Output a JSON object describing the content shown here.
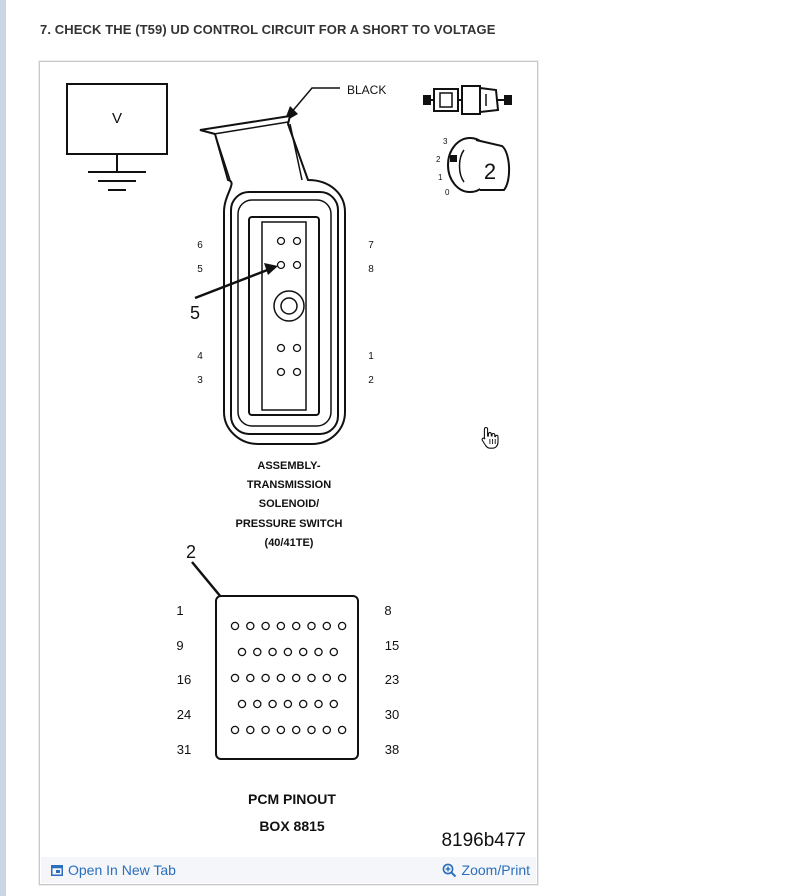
{
  "page": {
    "step_title": "7. CHECK THE (T59) UD CONTROL CIRCUIT FOR A SHORT TO VOLTAGE"
  },
  "figure": {
    "meter_label": "V",
    "wire_color_label": "BLACK",
    "switch_positions": [
      "3",
      "2",
      "1",
      "0"
    ],
    "switch_callout": "2",
    "connector": {
      "pin_labels_left": [
        "6",
        "5",
        "4",
        "3"
      ],
      "pin_labels_right": [
        "7",
        "8",
        "1",
        "2"
      ],
      "callout": "5",
      "name_lines": [
        "ASSEMBLY-",
        "TRANSMISSION",
        "SOLENOID/",
        "PRESSURE SWITCH",
        "(40/41TE)"
      ]
    },
    "pcm": {
      "callout": "2",
      "row_labels_left": [
        "1",
        "9",
        "16",
        "24",
        "31"
      ],
      "row_labels_right": [
        "8",
        "15",
        "23",
        "30",
        "38"
      ],
      "title_lines": [
        "PCM PINOUT",
        "BOX 8815"
      ]
    },
    "figure_id": "8196b477",
    "open_new_tab_label": "Open In New Tab",
    "zoom_print_label": "Zoom/Print"
  },
  "colors": {
    "link": "#2a6ebd",
    "title": "#333333",
    "line": "#111111"
  }
}
